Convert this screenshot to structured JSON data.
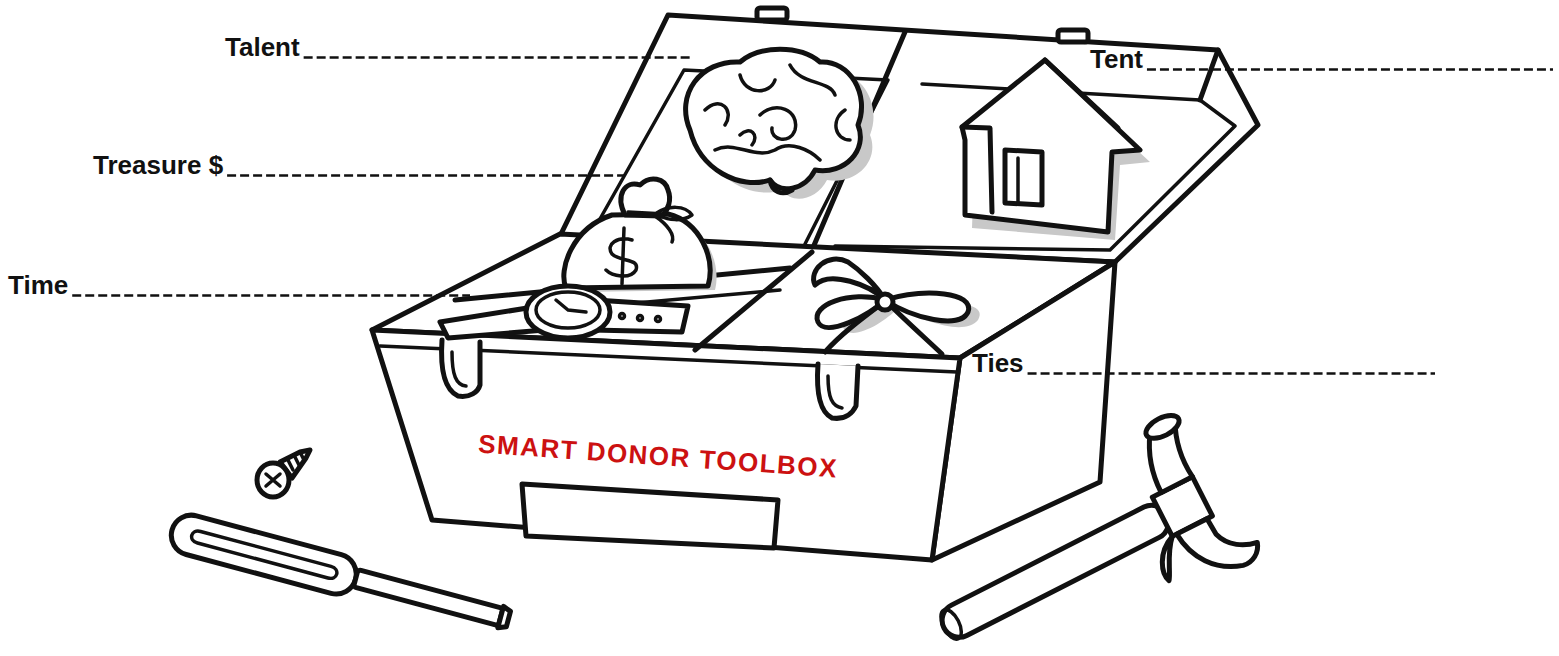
{
  "diagram": {
    "labels": [
      "Talent",
      "Tent",
      "Treasure $",
      "Time",
      "Ties",
      "SMART DONOR TOOLBOX"
    ]
  }
}
